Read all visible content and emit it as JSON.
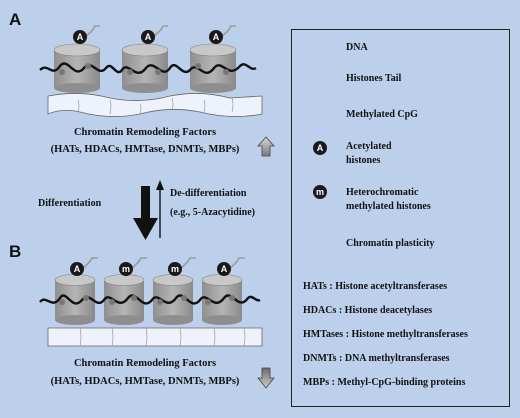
{
  "panel_a": {
    "letter": "A",
    "caption_line1": "Chromatin Remodeling Factors",
    "caption_line2": "(HATs, HDACs, HMTase, DNMTs, MBPs)",
    "marks": [
      "A",
      "A",
      "A"
    ]
  },
  "panel_b": {
    "letter": "B",
    "caption_line1": "Chromatin Remodeling Factors",
    "caption_line2": "(HATs, HDACs, HMTase, DNMTs, MBPs)",
    "marks": [
      "A",
      "m",
      "m",
      "A"
    ]
  },
  "arrows": {
    "differentiation": "Differentiation",
    "dedifferentiation": "De-differentiation",
    "dedifferentiation_example": "(e.g., 5-Azacytidine)"
  },
  "legend": {
    "dna": "DNA",
    "histone_tail": "Histones Tail",
    "methylated_cpg": "Methylated CpG",
    "acetylated_line1": "Acetylated",
    "acetylated_line2": "histones",
    "acetylated_symbol": "A",
    "heterochromatic_line1": "Heterochromatic",
    "heterochromatic_line2": "methylated histones",
    "heterochromatic_symbol": "m",
    "chromatin_plasticity": "Chromatin plasticity",
    "abbreviations": [
      "HATs : Histone acetyltransferases",
      "HDACs : Histone deacetylases",
      "HMTases : Histone methyltransferases",
      "DNMTs : DNA methyltransferases",
      "MBPs : Methyl-CpG-binding proteins"
    ]
  },
  "colors": {
    "background": "#bcd0ec",
    "cylinder": "#a6a6a6",
    "cylinder_top": "#c8c8c8",
    "dna": "#111111",
    "tail": "#9a9a9a",
    "cpg": "#777777",
    "badge": "#1a1a1a"
  }
}
